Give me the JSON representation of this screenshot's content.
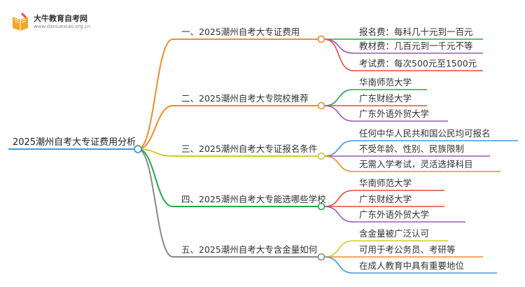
{
  "logo": {
    "name": "大牛教育自考网",
    "url": "www.daniuexiao.org.cn",
    "icon": "book-pencil-icon"
  },
  "mindmap": {
    "root": "2025潮州自考大专证费用分析",
    "branches": [
      {
        "label": "一、2025潮州自考大专证费用",
        "color": "#f28c28",
        "leaves": [
          {
            "label": "报名费：每科几十元到一百元",
            "color": "#22a94b"
          },
          {
            "label": "教材费：几百元到一千元不等",
            "color": "#9b59b6"
          },
          {
            "label": "考试费：每次500元至1500元",
            "color": "#e74c3c"
          }
        ]
      },
      {
        "label": "二、2025潮州自考大专院校推荐",
        "color": "#f28c28",
        "leaves": [
          {
            "label": "华南师范大学",
            "color": "#22a94b"
          },
          {
            "label": "广东财经大学",
            "color": "#e74c3c"
          },
          {
            "label": "广东外语外贸大学",
            "color": "#9b59b6"
          }
        ]
      },
      {
        "label": "三、2025潮州自考大专证报名条件",
        "color": "#c9cf2f",
        "leaves": [
          {
            "label": "任何中华人民共和国公民均可报名",
            "color": "#3b9be0"
          },
          {
            "label": "不受年龄、性别、民族限制",
            "color": "#9b59b6"
          },
          {
            "label": "无需入学考试，灵活选择科目",
            "color": "#f28c28"
          }
        ]
      },
      {
        "label": "四、2025潮州自考大专能选哪些学校",
        "color": "#22a94b",
        "leaves": [
          {
            "label": "华南师范大学",
            "color": "#e74c3c"
          },
          {
            "label": "广东财经大学",
            "color": "#e74c3c"
          },
          {
            "label": "广东外语外贸大学",
            "color": "#9b59b6"
          }
        ]
      },
      {
        "label": "五、2025潮州自考大专含金量如何",
        "color": "#888888",
        "leaves": [
          {
            "label": "含金量被广泛认可",
            "color": "#c9cf2f"
          },
          {
            "label": "可用于考公务员、考研等",
            "color": "#f28c28"
          },
          {
            "label": "在成人教育中具有重要地位",
            "color": "#3b9be0"
          }
        ]
      }
    ],
    "root_color": "#3b9be0"
  }
}
